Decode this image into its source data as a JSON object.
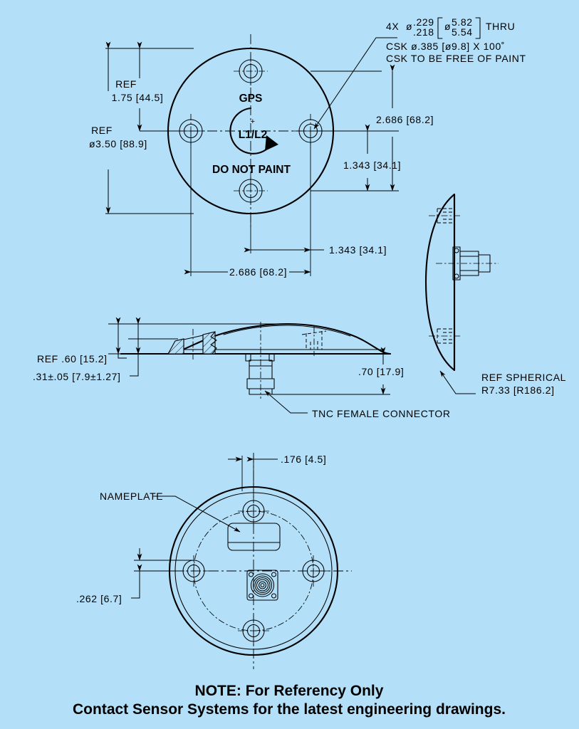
{
  "sheet": {
    "background_color": "#b3e0f8",
    "line_color": "#000000"
  },
  "top_view": {
    "name": "top-view",
    "callout_hole": {
      "qty": "4X",
      "dia_symbol": "ø",
      "inch_upper": ".229",
      "inch_lower": ".218",
      "mm_upper": "5.82",
      "mm_lower": "5.54",
      "thru": "THRU",
      "csk_line": "CSK  ø.385  [ø9.8]  X  100˚",
      "csk_note": "CSK  TO  BE  FREE  OF  PAINT"
    },
    "dim_bolt_circle_v": {
      "ref": "REF",
      "value": "1.75  [44.5]"
    },
    "dim_outer_dia": {
      "ref": "REF",
      "value": "ø3.50  [88.9]"
    },
    "dim_right_outer": "2.686  [68.2]",
    "dim_right_inner": "1.343  [34.1]",
    "dim_bottom_inner": "1.343  [34.1]",
    "dim_bottom_outer": "2.686  [68.2]",
    "labels": {
      "gps": "GPS",
      "band": "L1/L2",
      "plus": "+",
      "do_not_paint": "DO NOT PAINT"
    }
  },
  "section_view": {
    "name": "section-view",
    "dim_height_ref": "REF  .60  [15.2]",
    "dim_edge_thickness": ".31±.05  [7.9±1.27]",
    "dim_connector_length": ".70  [17.9]",
    "connector_label": "TNC  FEMALE  CONNECTOR"
  },
  "side_view": {
    "name": "side-view",
    "radius_note_line1": "REF  SPHERICAL",
    "radius_note_line2": "R7.33  [R186.2]"
  },
  "bottom_view": {
    "name": "bottom-view",
    "dim_nameplate_width": ".176  [4.5]",
    "dim_nameplate_offset": ".262  [6.7]",
    "nameplate_label": "NAMEPLATE"
  },
  "footer": {
    "line1": "NOTE: For Referency Only",
    "line2": "Contact Sensor Systems for the latest engineering drawings."
  }
}
